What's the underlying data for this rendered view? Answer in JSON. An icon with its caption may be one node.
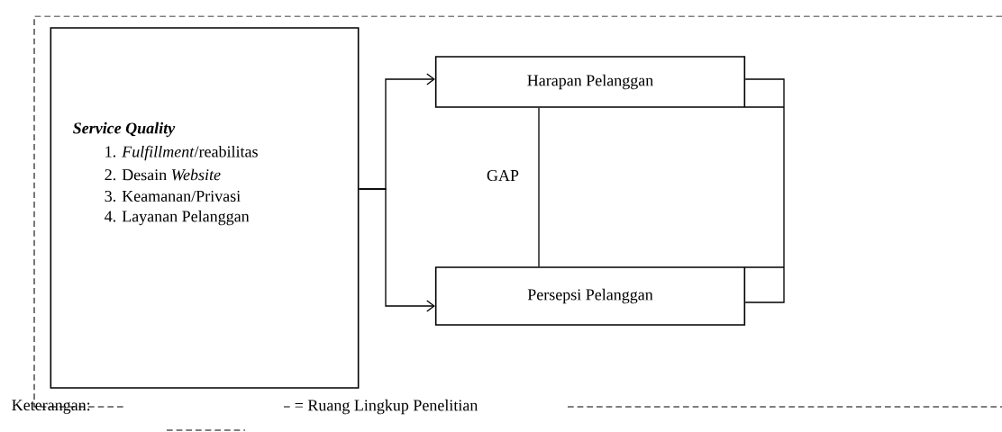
{
  "diagram": {
    "nodes": [
      {
        "text": [
          "Service Quality",
          "1. *Fulfillment*/reabilitas",
          "2. Desain *Website*",
          "3. Keamanan/Privasi",
          "4. Layanan Pelanggan"
        ]
      },
      {
        "text": [
          "Harapan Pelanggan"
        ]
      },
      {
        "text": [
          "Persepsi Pelanggan"
        ]
      }
    ],
    "edges": [
      {
        "from": 0,
        "to": 1,
        "arrow": "to"
      },
      {
        "from": 0,
        "to": 2,
        "arrow": "to"
      },
      {
        "from": 1,
        "to": 2,
        "arrow": "none",
        "label": "GAP"
      },
      {
        "from": 1,
        "to": 2,
        "arrow": "none"
      }
    ],
    "labels": [
      "Keterangan:"
    ],
    "legend": [
      {
        "text": "= Ruang Lingkup Penelitian"
      }
    ]
  }
}
